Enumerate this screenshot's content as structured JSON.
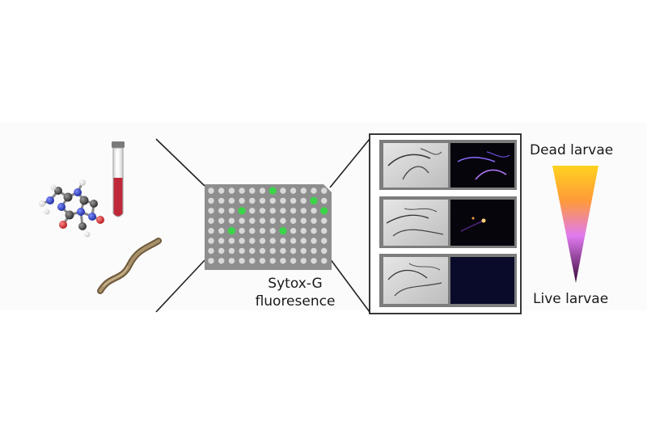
{
  "diagram": {
    "plate_caption_line1": "Sytox-G",
    "plate_caption_line2": "fluoresence",
    "scale_top_label": "Dead larvae",
    "scale_bottom_label": "Live larvae",
    "plate_rows": 8,
    "plate_cols": 12,
    "fluorescent_wells": [
      [
        1,
        7
      ],
      [
        2,
        11
      ],
      [
        3,
        4
      ],
      [
        3,
        12
      ],
      [
        5,
        3
      ],
      [
        5,
        8
      ]
    ],
    "colors": {
      "plate": "#8e8e8e",
      "well": "#d9d9d9",
      "fluorescent_well": "#39d648",
      "tube_liquid": "#c0283a",
      "scale_top": "#ffd21f",
      "scale_mid": "#e07af0",
      "scale_bottom": "#3a0a3a",
      "fluorescence_bg": "#07050c"
    },
    "icons": [
      "molecule-icon",
      "test-tube-icon",
      "larva-icon",
      "well-plate-icon",
      "microscopy-panel-icon",
      "dead-live-scale-icon"
    ]
  }
}
